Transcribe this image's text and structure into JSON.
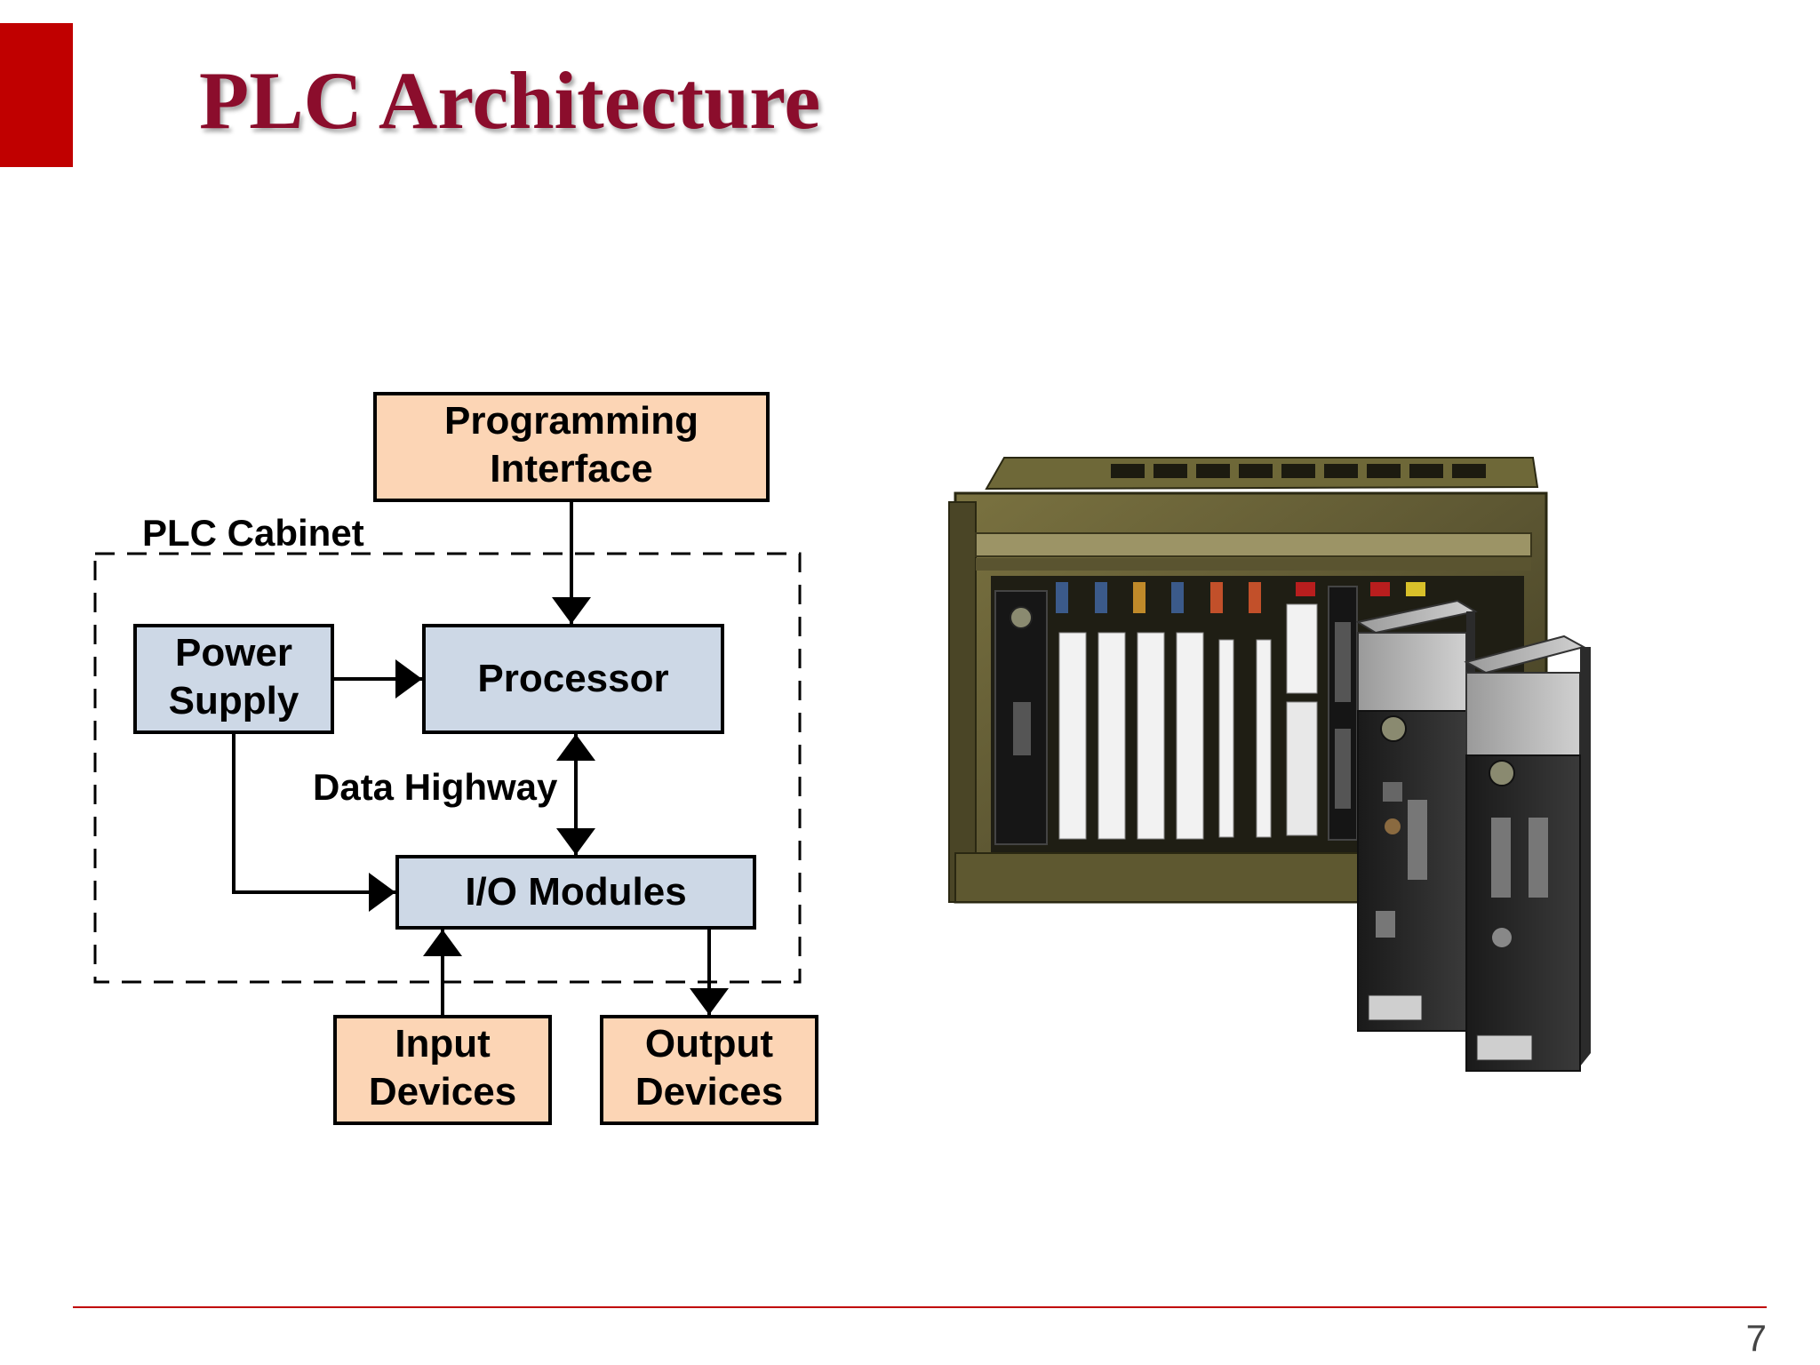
{
  "slide": {
    "title": "PLC Architecture",
    "page_number": "7"
  },
  "diagram": {
    "cabinet_label": "PLC Cabinet",
    "data_highway_label": "Data Highway",
    "programming_interface": [
      "Programming",
      "Interface"
    ],
    "power_supply": [
      "Power",
      "Supply"
    ],
    "processor": "Processor",
    "io_modules": "I/O Modules",
    "input_devices": [
      "Input",
      "Devices"
    ],
    "output_devices": [
      "Output",
      "Devices"
    ],
    "external_box_color": "#fcd5b5",
    "internal_box_color": "#cdd8e6"
  },
  "colors": {
    "accent": "#c00000",
    "title": "#8b0d2c"
  }
}
